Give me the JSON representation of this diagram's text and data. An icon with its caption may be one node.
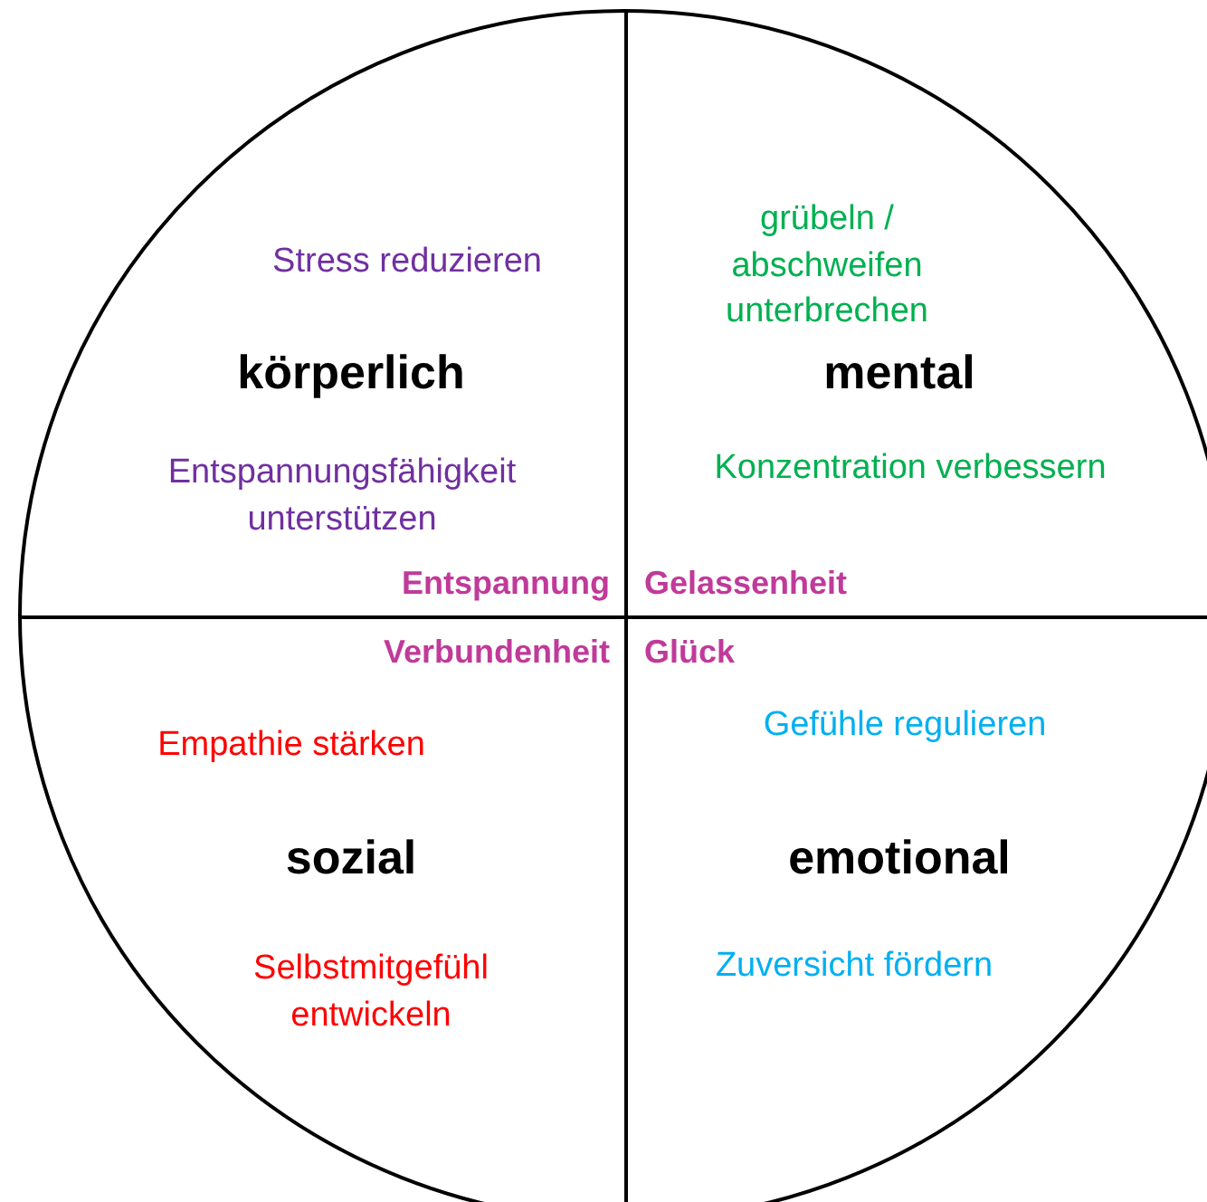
{
  "diagram": {
    "nodes": [
      {
        "text": [],
        "shape": "circle"
      },
      {
        "text": [
          "Stress reduzieren",
          "körperlich",
          "Entspannungsfähigkeit unterstützen",
          "Entspannung"
        ],
        "in": 0
      },
      {
        "text": [
          "grübeln / abschweifen unterbrechen",
          "mental",
          "Konzentration verbessern",
          "Gelassenheit"
        ],
        "in": 0
      },
      {
        "text": [
          "Verbundenheit",
          "Empathie stärken",
          "sozial",
          "Selbstmitgefühl entwickeln"
        ],
        "in": 0
      },
      {
        "text": [
          "Glück",
          "Gefühle regulieren",
          "emotional",
          "Zuversicht fördern"
        ],
        "in": 0
      }
    ],
    "edges": []
  }
}
